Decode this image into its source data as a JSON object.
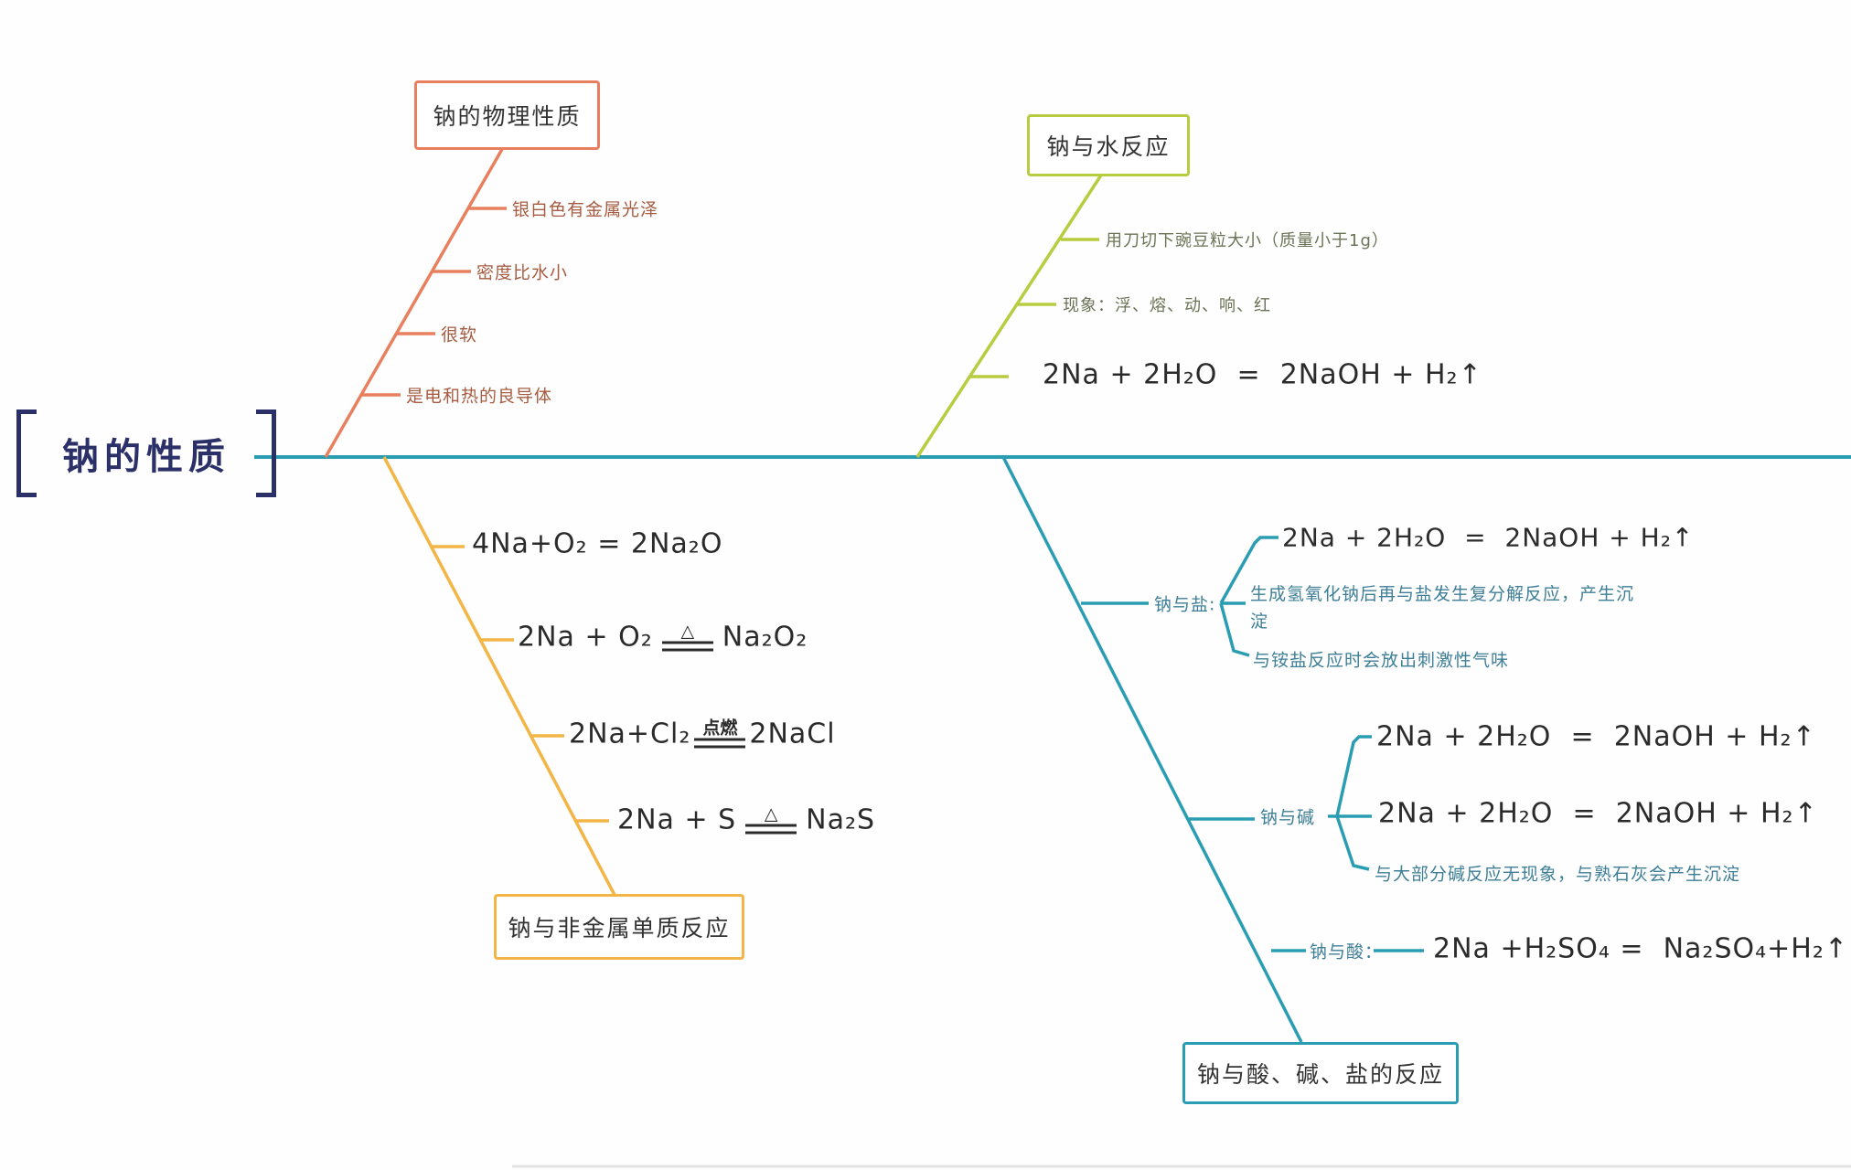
{
  "diagram": {
    "title": "钠的性质"
  },
  "physical": {
    "box_label": "钠的物理性质",
    "items": [
      "银白色有金属光泽",
      "密度比水小",
      "很软",
      "是电和热的良导体"
    ]
  },
  "water": {
    "box_label": "钠与水反应",
    "items": [
      "用刀切下豌豆粒大小（质量小于1g）",
      "现象：浮、熔、动、响、红"
    ],
    "equation": "2Na + 2H₂O  =  2NaOH + H₂↑"
  },
  "nonmetal": {
    "box_label": "钠与非金属单质反应",
    "eq1": "4Na+O₂ = 2Na₂O",
    "eq2": {
      "left": "2Na + O₂",
      "cond": "△",
      "right": "Na₂O₂"
    },
    "eq3": {
      "left": "2Na+Cl₂",
      "cond": "点燃",
      "right": "2NaCl"
    },
    "eq4": {
      "left": "2Na + S",
      "cond": "△",
      "right": "Na₂S"
    }
  },
  "reactions": {
    "box_label": "钠与酸、碱、盐的反应",
    "salt": {
      "label": "钠与盐:",
      "equation": "2Na + 2H₂O  =  2NaOH + H₂↑",
      "note1": "生成氢氧化钠后再与盐发生复分解反应，产生沉淀",
      "note2": "与铵盐反应时会放出刺激性气味"
    },
    "base": {
      "label": "钠与碱",
      "eq1": "2Na + 2H₂O  =  2NaOH + H₂↑",
      "eq2": "2Na + 2H₂O  =  2NaOH + H₂↑",
      "note": "与大部分碱反应无现象，与熟石灰会产生沉淀"
    },
    "acid": {
      "label": "钠与酸：",
      "equation": "2Na +H₂SO₄ =  Na₂SO₄+H₂↑"
    }
  },
  "colors": {
    "spine": "#2b9db3",
    "physical_branch": "#e8805f",
    "water_branch": "#b8cc3f",
    "nonmetal_branch": "#f2b546",
    "reactions_branch": "#2b9db3",
    "title": "#2b3168"
  }
}
